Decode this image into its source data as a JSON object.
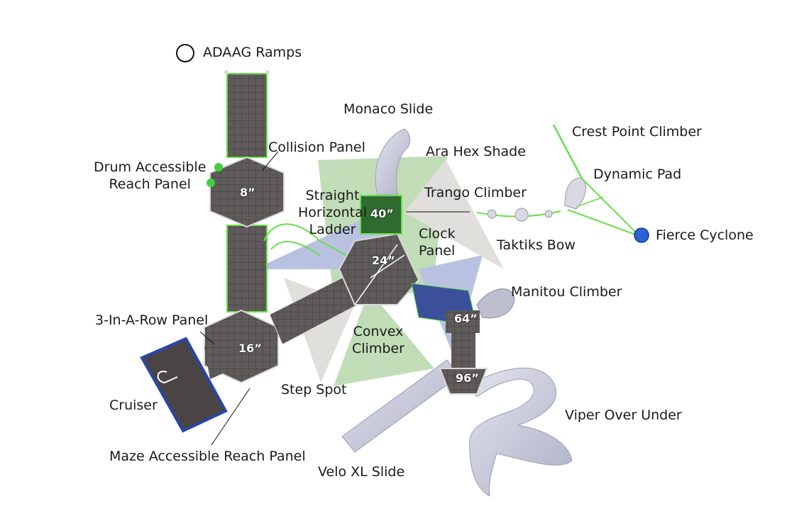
{
  "labels": {
    "adaag_ramps": "ADAAG Ramps",
    "monaco_slide": "Monaco Slide",
    "crest_point_climber": "Crest Point Climber",
    "collision_panel": "Collision Panel",
    "ara_hex_shade": "Ara Hex Shade",
    "drum_line1": "Drum Accessible",
    "drum_line2": "Reach Panel",
    "dynamic_pad": "Dynamic Pad",
    "straight_line1": "Straight",
    "straight_line2": "Horizontal",
    "straight_line3": "Ladder",
    "trango_climber": "Trango Climber",
    "clock_line1": "Clock",
    "clock_line2": "Panel",
    "fierce_cyclone": "Fierce Cyclone",
    "taktiks_bow": "Taktiks Bow",
    "manitou_climber": "Manitou Climber",
    "three_in_a_row": "3-In-A-Row Panel",
    "convex_line1": "Convex",
    "convex_line2": "Climber",
    "step_spot": "Step Spot",
    "cruiser": "Cruiser",
    "viper_over_under": "Viper Over Under",
    "maze_panel": "Maze Accessible Reach Panel",
    "velo_xl_slide": "Velo XL Slide"
  },
  "heights": {
    "h8": "8”",
    "h16": "16”",
    "h24": "24”",
    "h40": "40”",
    "h64": "64”",
    "h96": "96”"
  },
  "colors": {
    "deck": "#5e5b5a",
    "rail": "#66e04a",
    "shade_green": "#8fc27f",
    "shade_blue": "#7f90c8",
    "shade_gray": "#c9c6c1",
    "slide": "#c9cbe0",
    "cyclone": "#2a62d6"
  },
  "icons": {
    "ada": "wheelchair-icon"
  }
}
